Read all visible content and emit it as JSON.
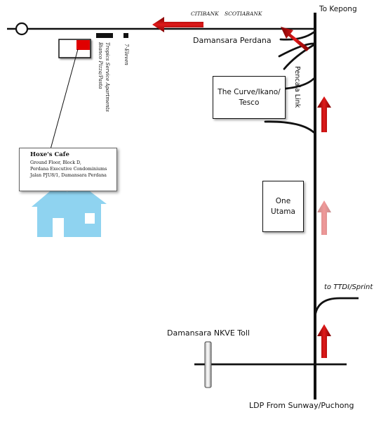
{
  "labels": {
    "to_kepong": "To Kepong",
    "citibank": "CITIBANK",
    "scotiabank": "SCOTIABANK",
    "damansara_perdana": "Damansara Perdana",
    "bianco": "Bianco Pizza/Pasta",
    "tropics": "Tropics Service Apartments",
    "seven_eleven": "7-Eleven",
    "pencala_link": "Pencala Link",
    "to_ttdi": "to TTDI/Sprint",
    "nkve_toll": "Damansara NKVE Toll",
    "ldp": "LDP From Sunway/Puchong"
  },
  "boxes": {
    "curve": [
      "The Curve/Ikano/",
      "Tesco"
    ],
    "one_utama": [
      "One",
      "Utama"
    ]
  },
  "cafe": {
    "name": "Hoxe's Cafe",
    "address": [
      "Ground Floor, Block D,",
      "Perdana Executive Condominiums",
      "Jalan PJU8/1, Damansara Perdana"
    ]
  },
  "icons": {
    "home": "house-icon",
    "direction": "red-arrow-icon"
  },
  "colors": {
    "arrow": "#cc1111",
    "house": "#8fd3f0",
    "road": "#111111",
    "cafe_marker": "#e00000"
  }
}
